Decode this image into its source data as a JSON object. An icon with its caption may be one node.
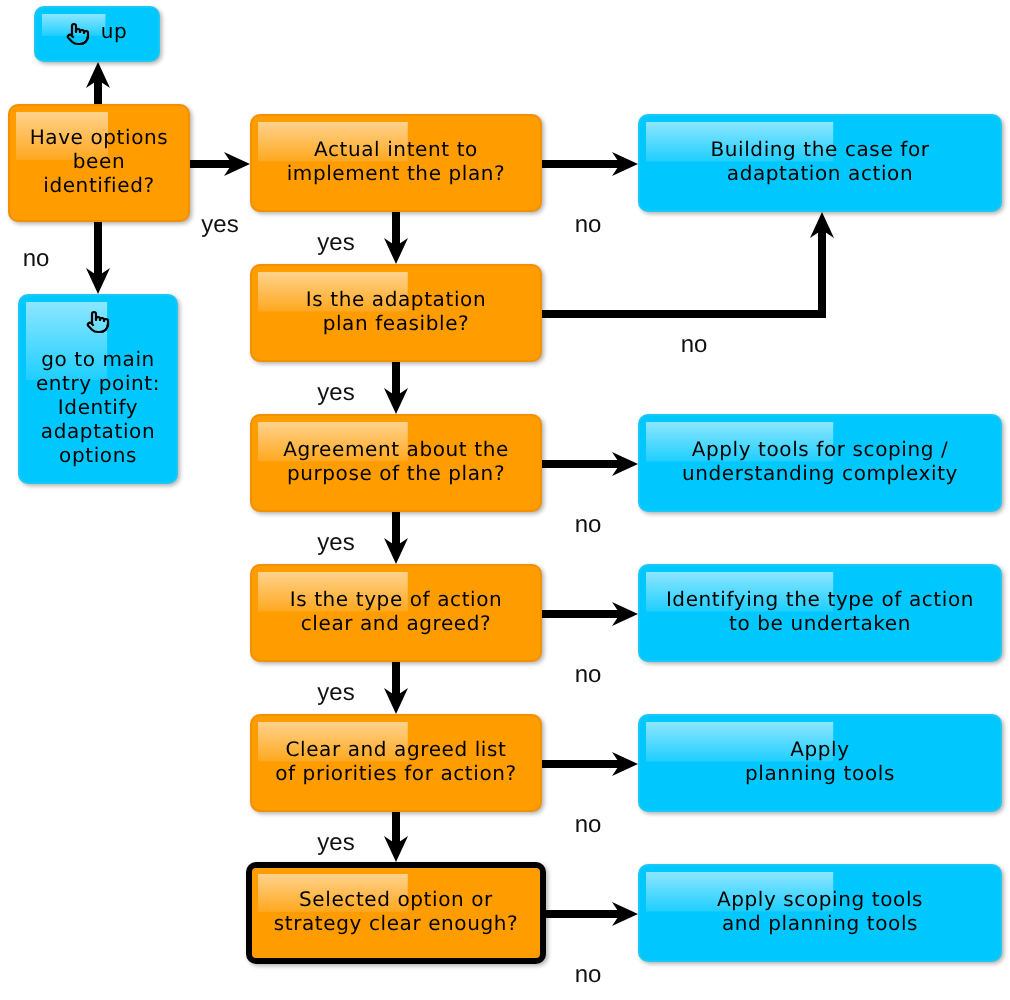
{
  "diagram": {
    "nodes": [
      {
        "text": [
          "up"
        ]
      },
      {
        "text": [
          "Have options been identified?"
        ]
      },
      {
        "text": [
          "Actual intent to implement the plan?"
        ]
      },
      {
        "text": [
          "Building the case for adaptation action"
        ]
      },
      {
        "text": [
          "go to main entry point: Identify adaptation options"
        ]
      },
      {
        "text": [
          "Is the adaptation plan feasible?"
        ]
      },
      {
        "text": [
          "Agreement about the purpose of the plan?"
        ]
      },
      {
        "text": [
          "Apply tools for scoping / understanding complexity"
        ]
      },
      {
        "text": [
          "Is the type of action clear and agreed?"
        ]
      },
      {
        "text": [
          "Identifying the type of action to be undertaken"
        ]
      },
      {
        "text": [
          "Clear and agreed list of priorities for action?"
        ]
      },
      {
        "text": [
          "Apply planning tools"
        ]
      },
      {
        "text": [
          "Selected option or strategy clear enough?"
        ]
      },
      {
        "text": [
          "Apply scoping tools and planning tools"
        ]
      }
    ],
    "edges": [
      {
        "from": 1,
        "to": 0,
        "arrow": "to"
      },
      {
        "from": 1,
        "to": 2,
        "arrow": "to",
        "label": "yes"
      },
      {
        "from": 1,
        "to": 4,
        "arrow": "to",
        "label": "no"
      },
      {
        "from": 2,
        "to": 3,
        "arrow": "to",
        "label": "no"
      },
      {
        "from": 2,
        "to": 5,
        "arrow": "to",
        "label": "yes"
      },
      {
        "from": 5,
        "to": 3,
        "arrow": "to",
        "label": "no"
      },
      {
        "from": 5,
        "to": 6,
        "arrow": "to",
        "label": "yes"
      },
      {
        "from": 6,
        "to": 7,
        "arrow": "to",
        "label": "no"
      },
      {
        "from": 6,
        "to": 8,
        "arrow": "to",
        "label": "yes"
      },
      {
        "from": 8,
        "to": 9,
        "arrow": "to",
        "label": "no"
      },
      {
        "from": 8,
        "to": 10,
        "arrow": "to",
        "label": "yes"
      },
      {
        "from": 10,
        "to": 11,
        "arrow": "to",
        "label": "no"
      },
      {
        "from": 10,
        "to": 12,
        "arrow": "to",
        "label": "yes"
      },
      {
        "from": 12,
        "to": 13,
        "arrow": "to",
        "label": "no"
      }
    ]
  }
}
